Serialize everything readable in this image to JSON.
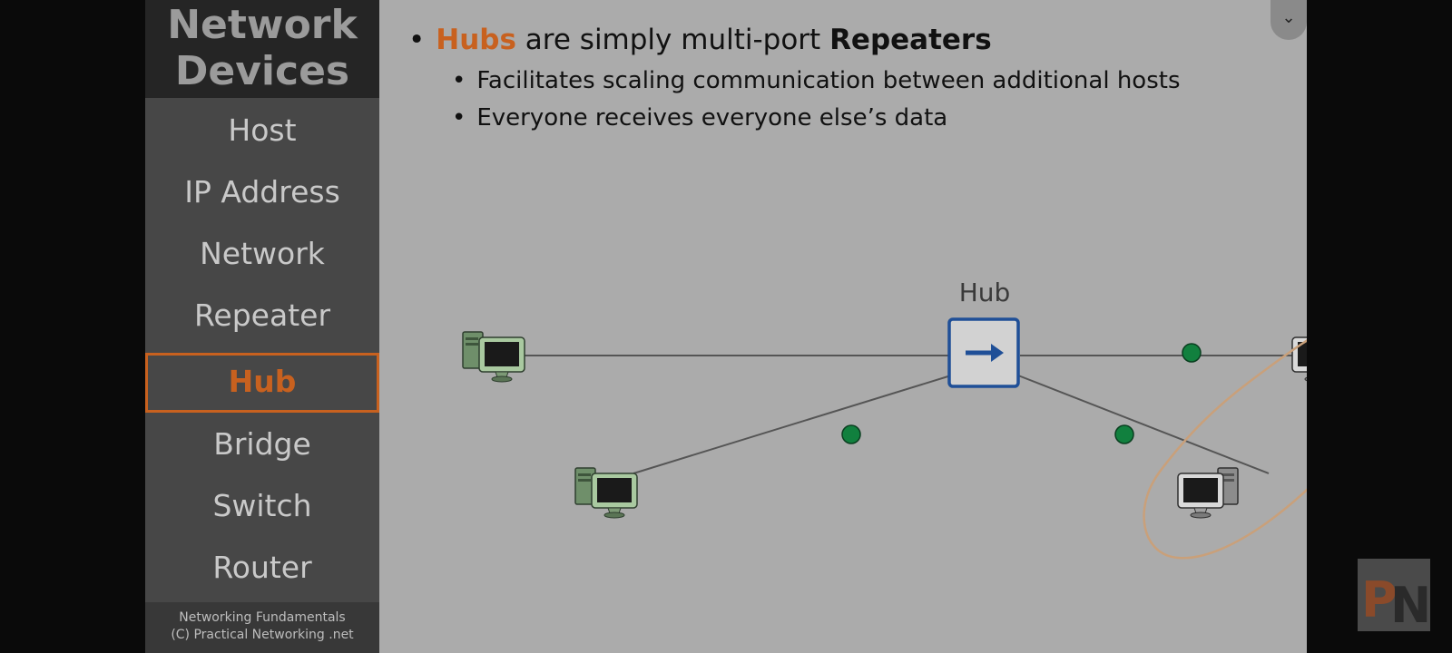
{
  "sidebar": {
    "title_line1": "Network",
    "title_line2": "Devices",
    "items": [
      {
        "label": "Host"
      },
      {
        "label": "IP Address"
      },
      {
        "label": "Network"
      },
      {
        "label": "Repeater"
      },
      {
        "label": "Hub",
        "active": true
      },
      {
        "label": "Bridge"
      },
      {
        "label": "Switch"
      },
      {
        "label": "Router"
      }
    ],
    "footer_line1": "Networking Fundamentals",
    "footer_line2": "(C) Practical Networking .net"
  },
  "slide": {
    "bullet_main": {
      "highlight": "Hubs",
      "middle": " are simply multi-port ",
      "emphasis": "Repeaters"
    },
    "sub_bullets": [
      "Facilitates scaling communication between additional hosts",
      "Everyone receives everyone else’s data"
    ],
    "diagram": {
      "hub_label": "Hub"
    }
  },
  "colors": {
    "accent": "#c8611f",
    "hub_border": "#1f4f97",
    "packet": "#11803e",
    "annotation": "#c9a07a"
  },
  "icons": {
    "collapse": "chevron-down-icon",
    "hub": "arrow-right-icon",
    "computer": "desktop-computer-icon"
  }
}
